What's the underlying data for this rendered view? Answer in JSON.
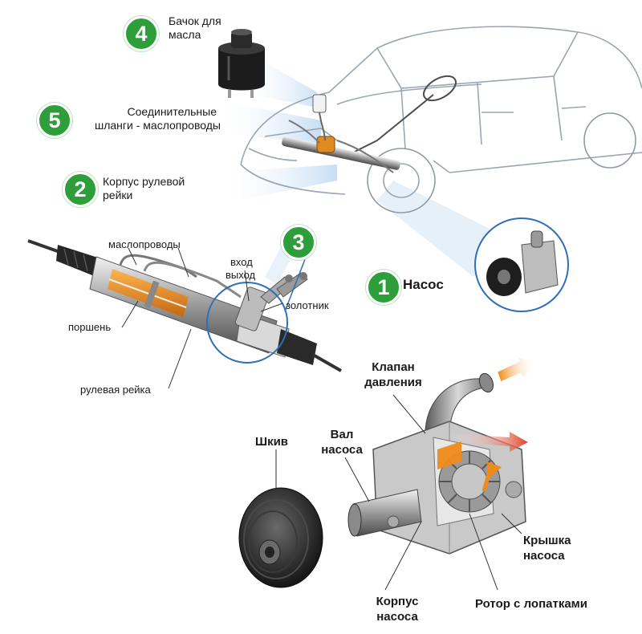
{
  "colors": {
    "badge_green": "#2e9e3a",
    "blue_highlight": "#2f6fb5",
    "light_beam": "#cfe3f5",
    "oil_orange": "#f08a1a",
    "flow_red": "#e0442a",
    "metal_dark": "#2b2b2b"
  },
  "callouts": [
    {
      "number": "4",
      "label_lines": [
        "Бачок для",
        "масла"
      ]
    },
    {
      "number": "5",
      "label_lines": [
        "Соединительные",
        "шланги - маслопроводы"
      ]
    },
    {
      "number": "2",
      "label_lines": [
        "Корпус рулевой",
        "рейки"
      ]
    },
    {
      "number": "3",
      "label_lines": []
    },
    {
      "number": "1",
      "label_lines": [
        "Насос"
      ]
    }
  ],
  "rack_labels": {
    "oil_lines": "маслопроводы",
    "inlet": "вход",
    "outlet": "выход",
    "spool": "золотник",
    "piston": "поршень",
    "steering_rack": "рулевая рейка"
  },
  "pump_labels": {
    "pressure_valve": [
      "Клапан",
      "давления"
    ],
    "pump_shaft": [
      "Вал",
      "насоса"
    ],
    "pulley": "Шкив",
    "pump_cover": [
      "Крышка",
      "насоса"
    ],
    "pump_housing": [
      "Корпус",
      "насоса"
    ],
    "rotor": "Ротор с лопатками"
  }
}
